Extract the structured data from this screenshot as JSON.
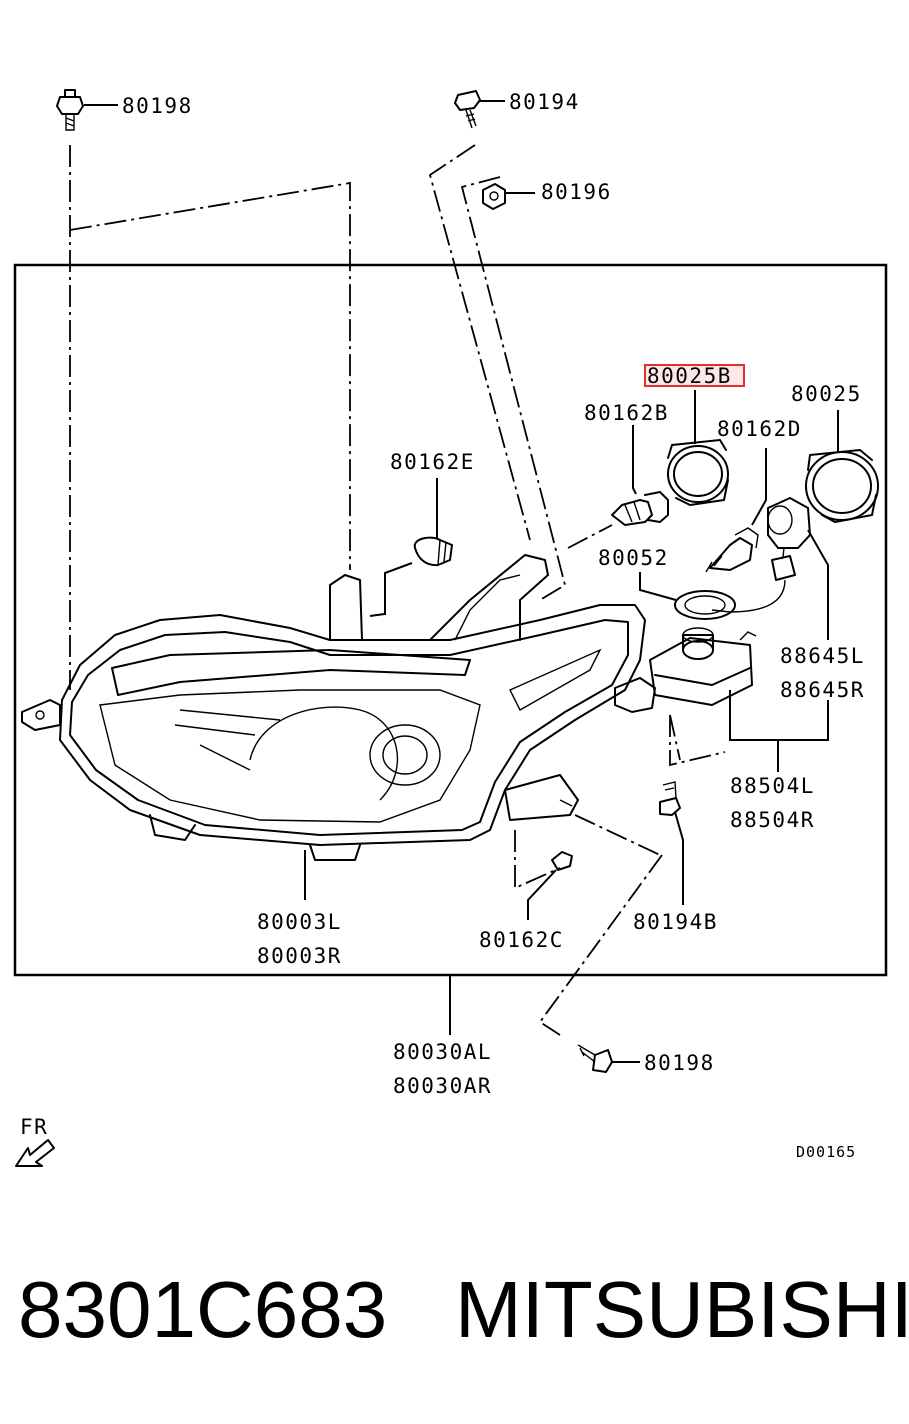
{
  "diagram": {
    "labels": {
      "bolt_80198_top": "80198",
      "screw_80194": "80194",
      "nut_80196": "80196",
      "ring_80025b": "80025B",
      "bulb_80162b": "80162B",
      "ring_80025": "80025",
      "bulb_80162d": "80162D",
      "bulb_80162e": "80162E",
      "seal_80052": "80052",
      "socket_88645l": "88645L",
      "socket_88645r": "88645R",
      "ballast_88504l": "88504L",
      "ballast_88504r": "88504R",
      "housing_80003l": "80003L",
      "housing_80003r": "80003R",
      "bulb_80162c": "80162C",
      "screw_80194b": "80194B",
      "assy_80030al": "80030AL",
      "assy_80030ar": "80030AR",
      "bolt_80198_bottom": "80198",
      "front_indicator": "FR",
      "diagram_code": "D00165"
    },
    "highlighted_part": "80025B",
    "highlight_color": "#e03030"
  },
  "footer": {
    "part_number": "8301C683",
    "brand": "MITSUBISHI"
  }
}
